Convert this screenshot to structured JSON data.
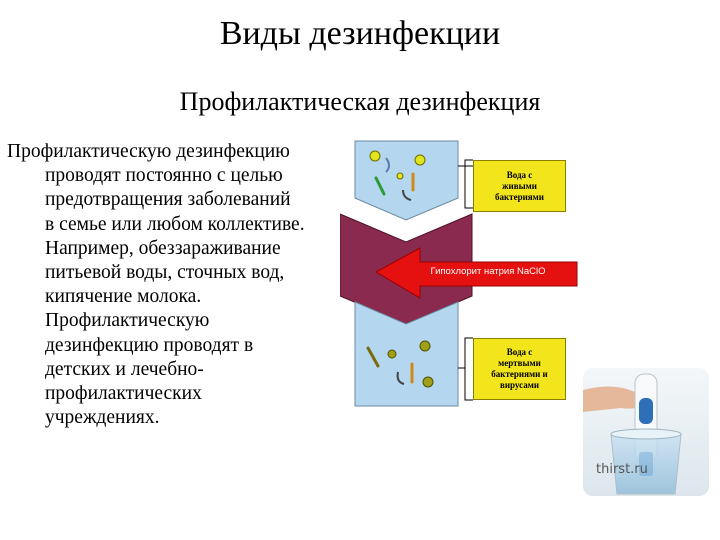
{
  "slide": {
    "title": "Виды дезинфекции",
    "subtitle": "Профилактическая дезинфекция",
    "body_lines": [
      "Профилактическую дезинфекцию",
      "проводят постоянно с целью",
      "предотвращения заболеваний",
      "в семье или любом коллективе.",
      "Например, обеззараживание",
      "питьевой воды, сточных вод,",
      "кипячение молока.",
      "Профилактическую",
      "дезинфекцию проводят в",
      "детских и лечебно-",
      "профилактических",
      "учреждениях."
    ]
  },
  "diagram": {
    "label_top_lines": [
      "Вода с",
      "живыми",
      "бактериями"
    ],
    "label_bottom_lines": [
      "Вода с",
      "мертвыми",
      "бактериями и",
      "вирусами"
    ],
    "arrow_label": "Гипохлорит натрия NaClO",
    "colors": {
      "pipe": "#b4d6ee",
      "filter": "#8b2a4f",
      "arrow": "#e51010",
      "label_box": "#f2e51b",
      "bacteria": "#c8c814"
    }
  },
  "photo": {
    "watermark": "thirst.ru"
  }
}
